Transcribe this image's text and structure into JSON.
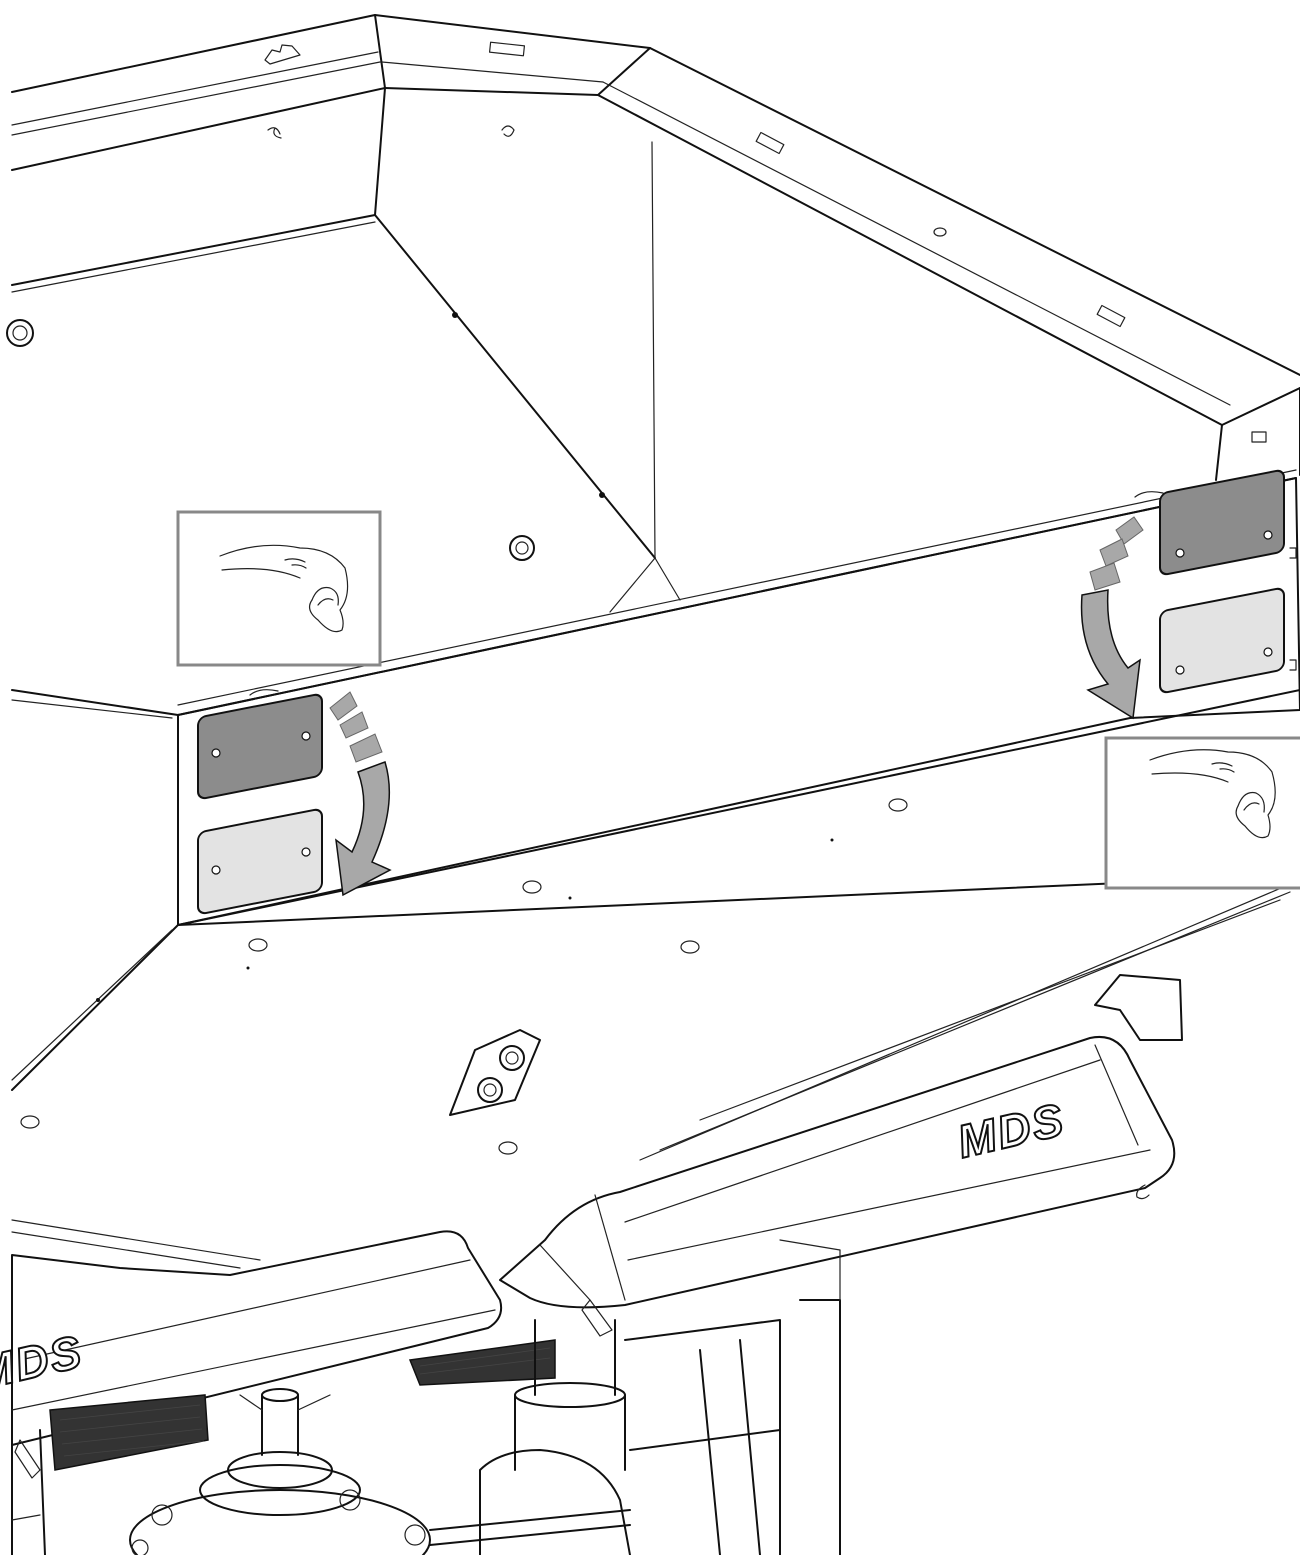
{
  "diagram": {
    "brand_logos": [
      "MDS",
      "MDS"
    ],
    "colors": {
      "line": "#111111",
      "reflector_dark": "#8c8c8c",
      "reflector_light": "#e3e3e3",
      "arrow_fill": "#a8a8a8",
      "inset_border": "#888888"
    },
    "illustrated_parts": [
      "hopper-top-rim",
      "hopper-inner-walls",
      "hopper-front-panel",
      "reflector-plate-left-original",
      "reflector-plate-left-flipped",
      "reflector-plate-right-original",
      "reflector-plate-right-flipped",
      "rotate-down-arrow-left",
      "rotate-down-arrow-right",
      "hand-inset-left",
      "hand-inset-right",
      "spreader-arm-right",
      "spreader-arm-left",
      "gearbox-assembly"
    ]
  }
}
